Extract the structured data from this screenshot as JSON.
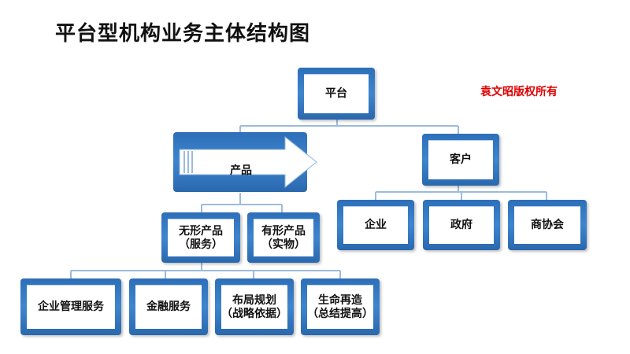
{
  "title": "平台型机构业务主体结构图",
  "copyright": "袁文昭版权所有",
  "nodes": {
    "platform": "平台",
    "product": "产品",
    "customer": "客户",
    "enterprise": "企业",
    "government": "政府",
    "association": "商协会",
    "intangible": {
      "line1": "无形产品",
      "line2": "（服务）"
    },
    "tangible": {
      "line1": "有形产品",
      "line2": "（实物）"
    },
    "mgmt_service": "企业管理服务",
    "finance_service": "金融服务",
    "layout_plan": {
      "line1": "布局规划",
      "line2": "（战略依据）"
    },
    "life_recycle": {
      "line1": "生命再造",
      "line2": "（总结提高）"
    }
  }
}
